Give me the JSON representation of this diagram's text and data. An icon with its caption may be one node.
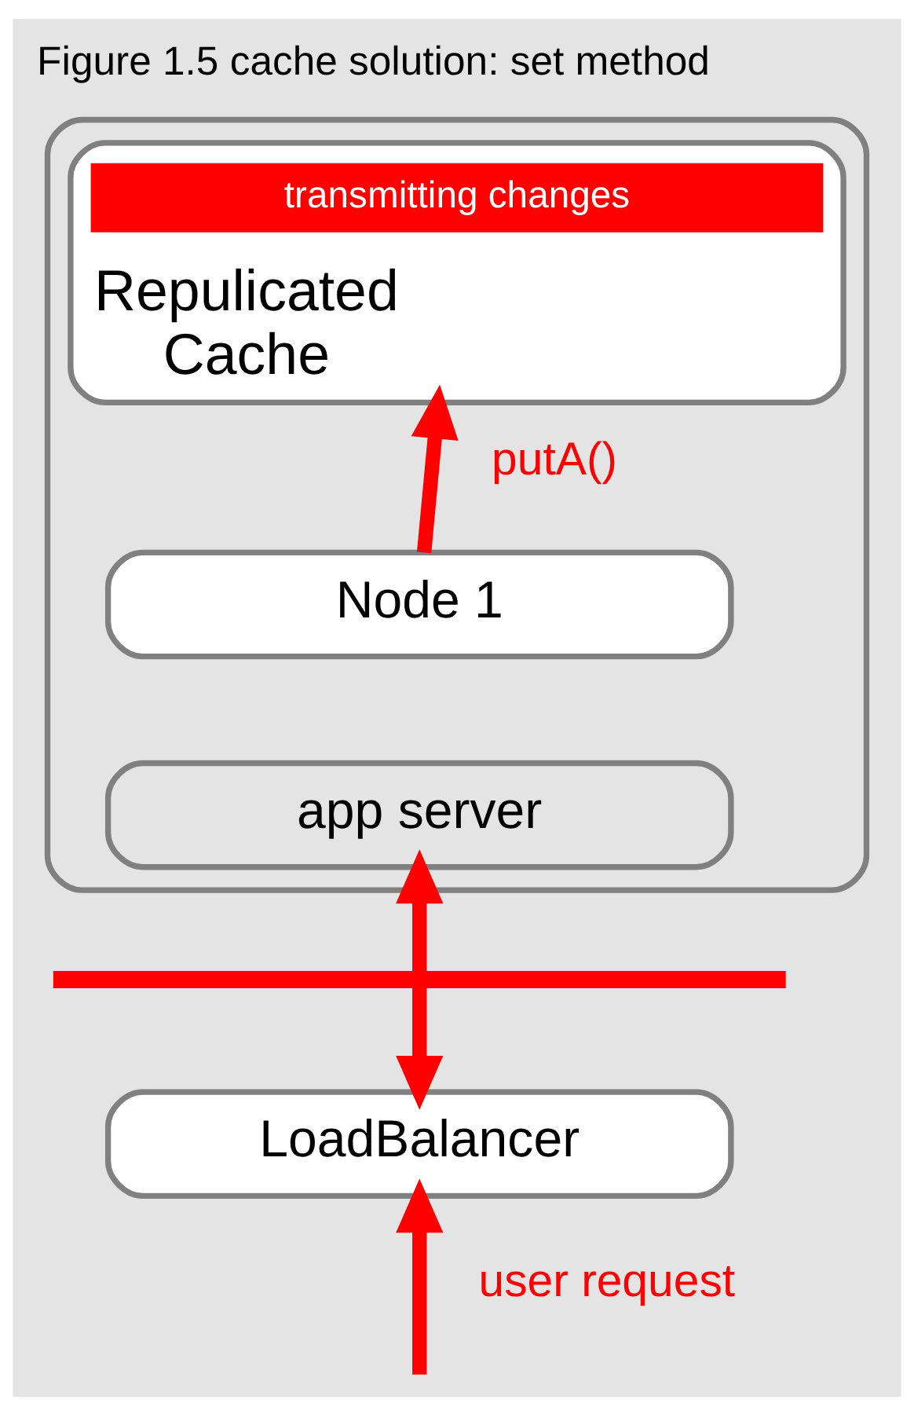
{
  "diagram": {
    "title": "Figure 1.5 cache solution: set method",
    "nodes": [
      {
        "text": [],
        "shape": "box"
      },
      {
        "text": [
          "Repulicated",
          "Cache"
        ],
        "in": 0
      },
      {
        "text": [
          "transmitting changes"
        ],
        "in": 1
      },
      {
        "text": [
          "Node 1"
        ],
        "in": 0
      },
      {
        "text": [
          "app server"
        ],
        "in": 0
      },
      {
        "text": [],
        "shape": "bar"
      },
      {
        "text": [
          "LoadBalancer"
        ]
      }
    ],
    "edges": [
      {
        "from": 3,
        "to": 1,
        "arrow": "to",
        "label": "putA()"
      },
      {
        "from": 5,
        "to": 4,
        "arrow": "to"
      },
      {
        "from": 5,
        "to": 6,
        "arrow": "to"
      },
      {
        "from": null,
        "to": 6,
        "arrow": "to",
        "label": "user request"
      }
    ]
  }
}
